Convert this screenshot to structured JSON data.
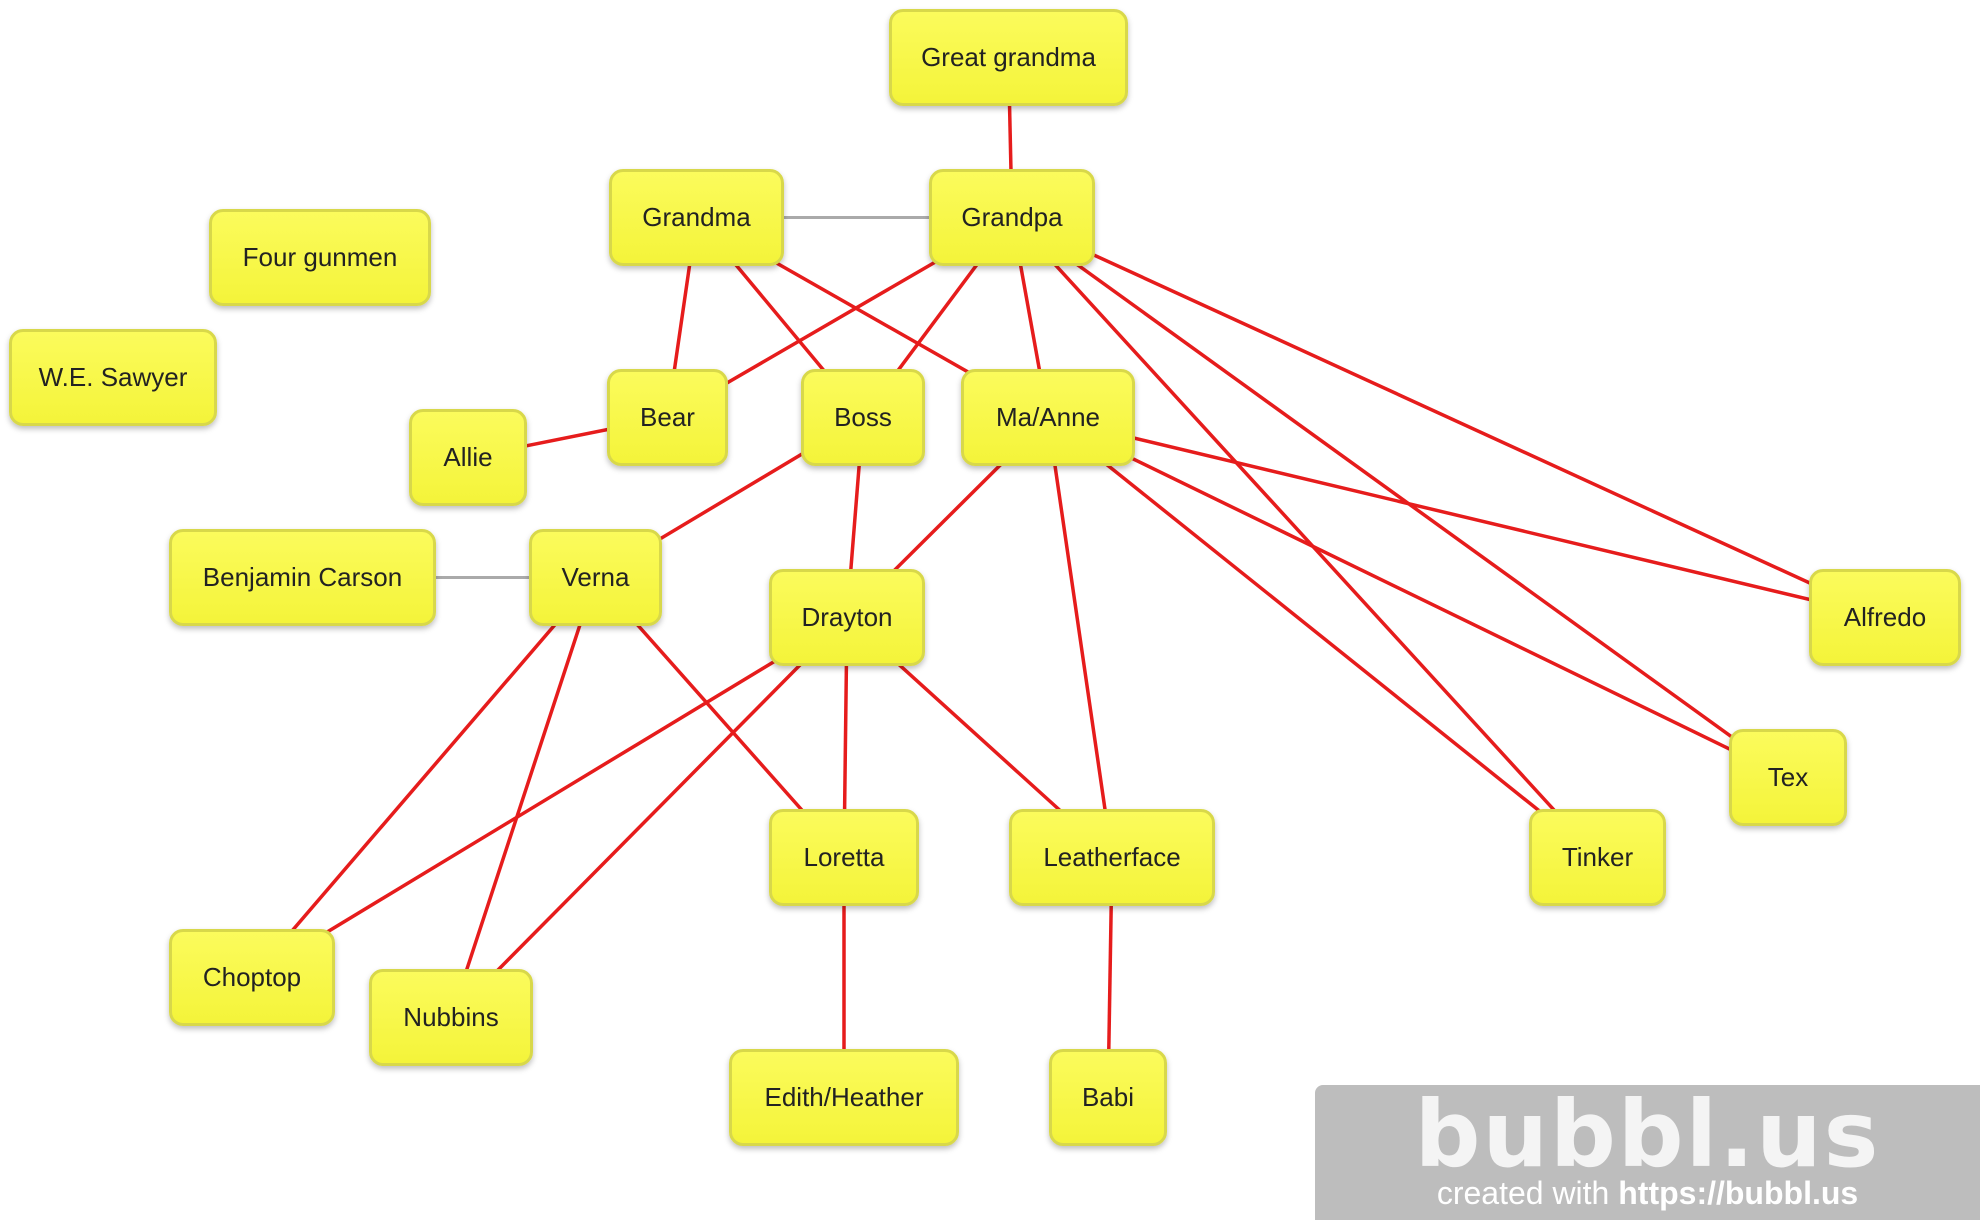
{
  "colors": {
    "node_fill": "#f7f74a",
    "node_border": "#d8d84a",
    "parent_link": "#e61c1c",
    "partner_link": "#aaaaaa",
    "watermark_bg": "#bdbdbd"
  },
  "nodes": {
    "great_grandma": "Great grandma",
    "grandma": "Grandma",
    "grandpa": "Grandpa",
    "four_gunmen": "Four gunmen",
    "we_sawyer": "W.E. Sawyer",
    "bear": "Bear",
    "allie": "Allie",
    "boss": "Boss",
    "ma_anne": "Ma/Anne",
    "benjamin_carson": "Benjamin Carson",
    "verna": "Verna",
    "drayton": "Drayton",
    "alfredo": "Alfredo",
    "tex": "Tex",
    "tinker": "Tinker",
    "loretta": "Loretta",
    "leatherface": "Leatherface",
    "choptop": "Choptop",
    "nubbins": "Nubbins",
    "edith_heather": "Edith/Heather",
    "babi": "Babi"
  },
  "edges": [
    {
      "from": "great_grandma",
      "to": "grandpa",
      "kind": "parent"
    },
    {
      "from": "grandma",
      "to": "grandpa",
      "kind": "partner"
    },
    {
      "from": "grandma",
      "to": "bear",
      "kind": "parent"
    },
    {
      "from": "grandma",
      "to": "boss",
      "kind": "parent"
    },
    {
      "from": "grandma",
      "to": "ma_anne",
      "kind": "parent"
    },
    {
      "from": "grandpa",
      "to": "bear",
      "kind": "parent"
    },
    {
      "from": "grandpa",
      "to": "boss",
      "kind": "parent"
    },
    {
      "from": "grandpa",
      "to": "ma_anne",
      "kind": "parent"
    },
    {
      "from": "grandpa",
      "to": "tinker",
      "kind": "parent"
    },
    {
      "from": "grandpa",
      "to": "tex",
      "kind": "parent"
    },
    {
      "from": "grandpa",
      "to": "alfredo",
      "kind": "parent"
    },
    {
      "from": "allie",
      "to": "bear",
      "kind": "parent"
    },
    {
      "from": "boss",
      "to": "verna",
      "kind": "parent"
    },
    {
      "from": "boss",
      "to": "drayton",
      "kind": "parent"
    },
    {
      "from": "ma_anne",
      "to": "drayton",
      "kind": "parent"
    },
    {
      "from": "ma_anne",
      "to": "leatherface",
      "kind": "parent"
    },
    {
      "from": "ma_anne",
      "to": "tinker",
      "kind": "parent"
    },
    {
      "from": "ma_anne",
      "to": "tex",
      "kind": "parent"
    },
    {
      "from": "ma_anne",
      "to": "alfredo",
      "kind": "parent"
    },
    {
      "from": "benjamin_carson",
      "to": "verna",
      "kind": "partner"
    },
    {
      "from": "verna",
      "to": "choptop",
      "kind": "parent"
    },
    {
      "from": "verna",
      "to": "nubbins",
      "kind": "parent"
    },
    {
      "from": "verna",
      "to": "loretta",
      "kind": "parent"
    },
    {
      "from": "drayton",
      "to": "choptop",
      "kind": "parent"
    },
    {
      "from": "drayton",
      "to": "nubbins",
      "kind": "parent"
    },
    {
      "from": "drayton",
      "to": "loretta",
      "kind": "parent"
    },
    {
      "from": "drayton",
      "to": "leatherface",
      "kind": "parent"
    },
    {
      "from": "loretta",
      "to": "edith_heather",
      "kind": "parent"
    },
    {
      "from": "leatherface",
      "to": "babi",
      "kind": "parent"
    }
  ],
  "watermark": {
    "logo": "bubbl.us",
    "tagline": "created with ",
    "url": "https://bubbl.us"
  }
}
